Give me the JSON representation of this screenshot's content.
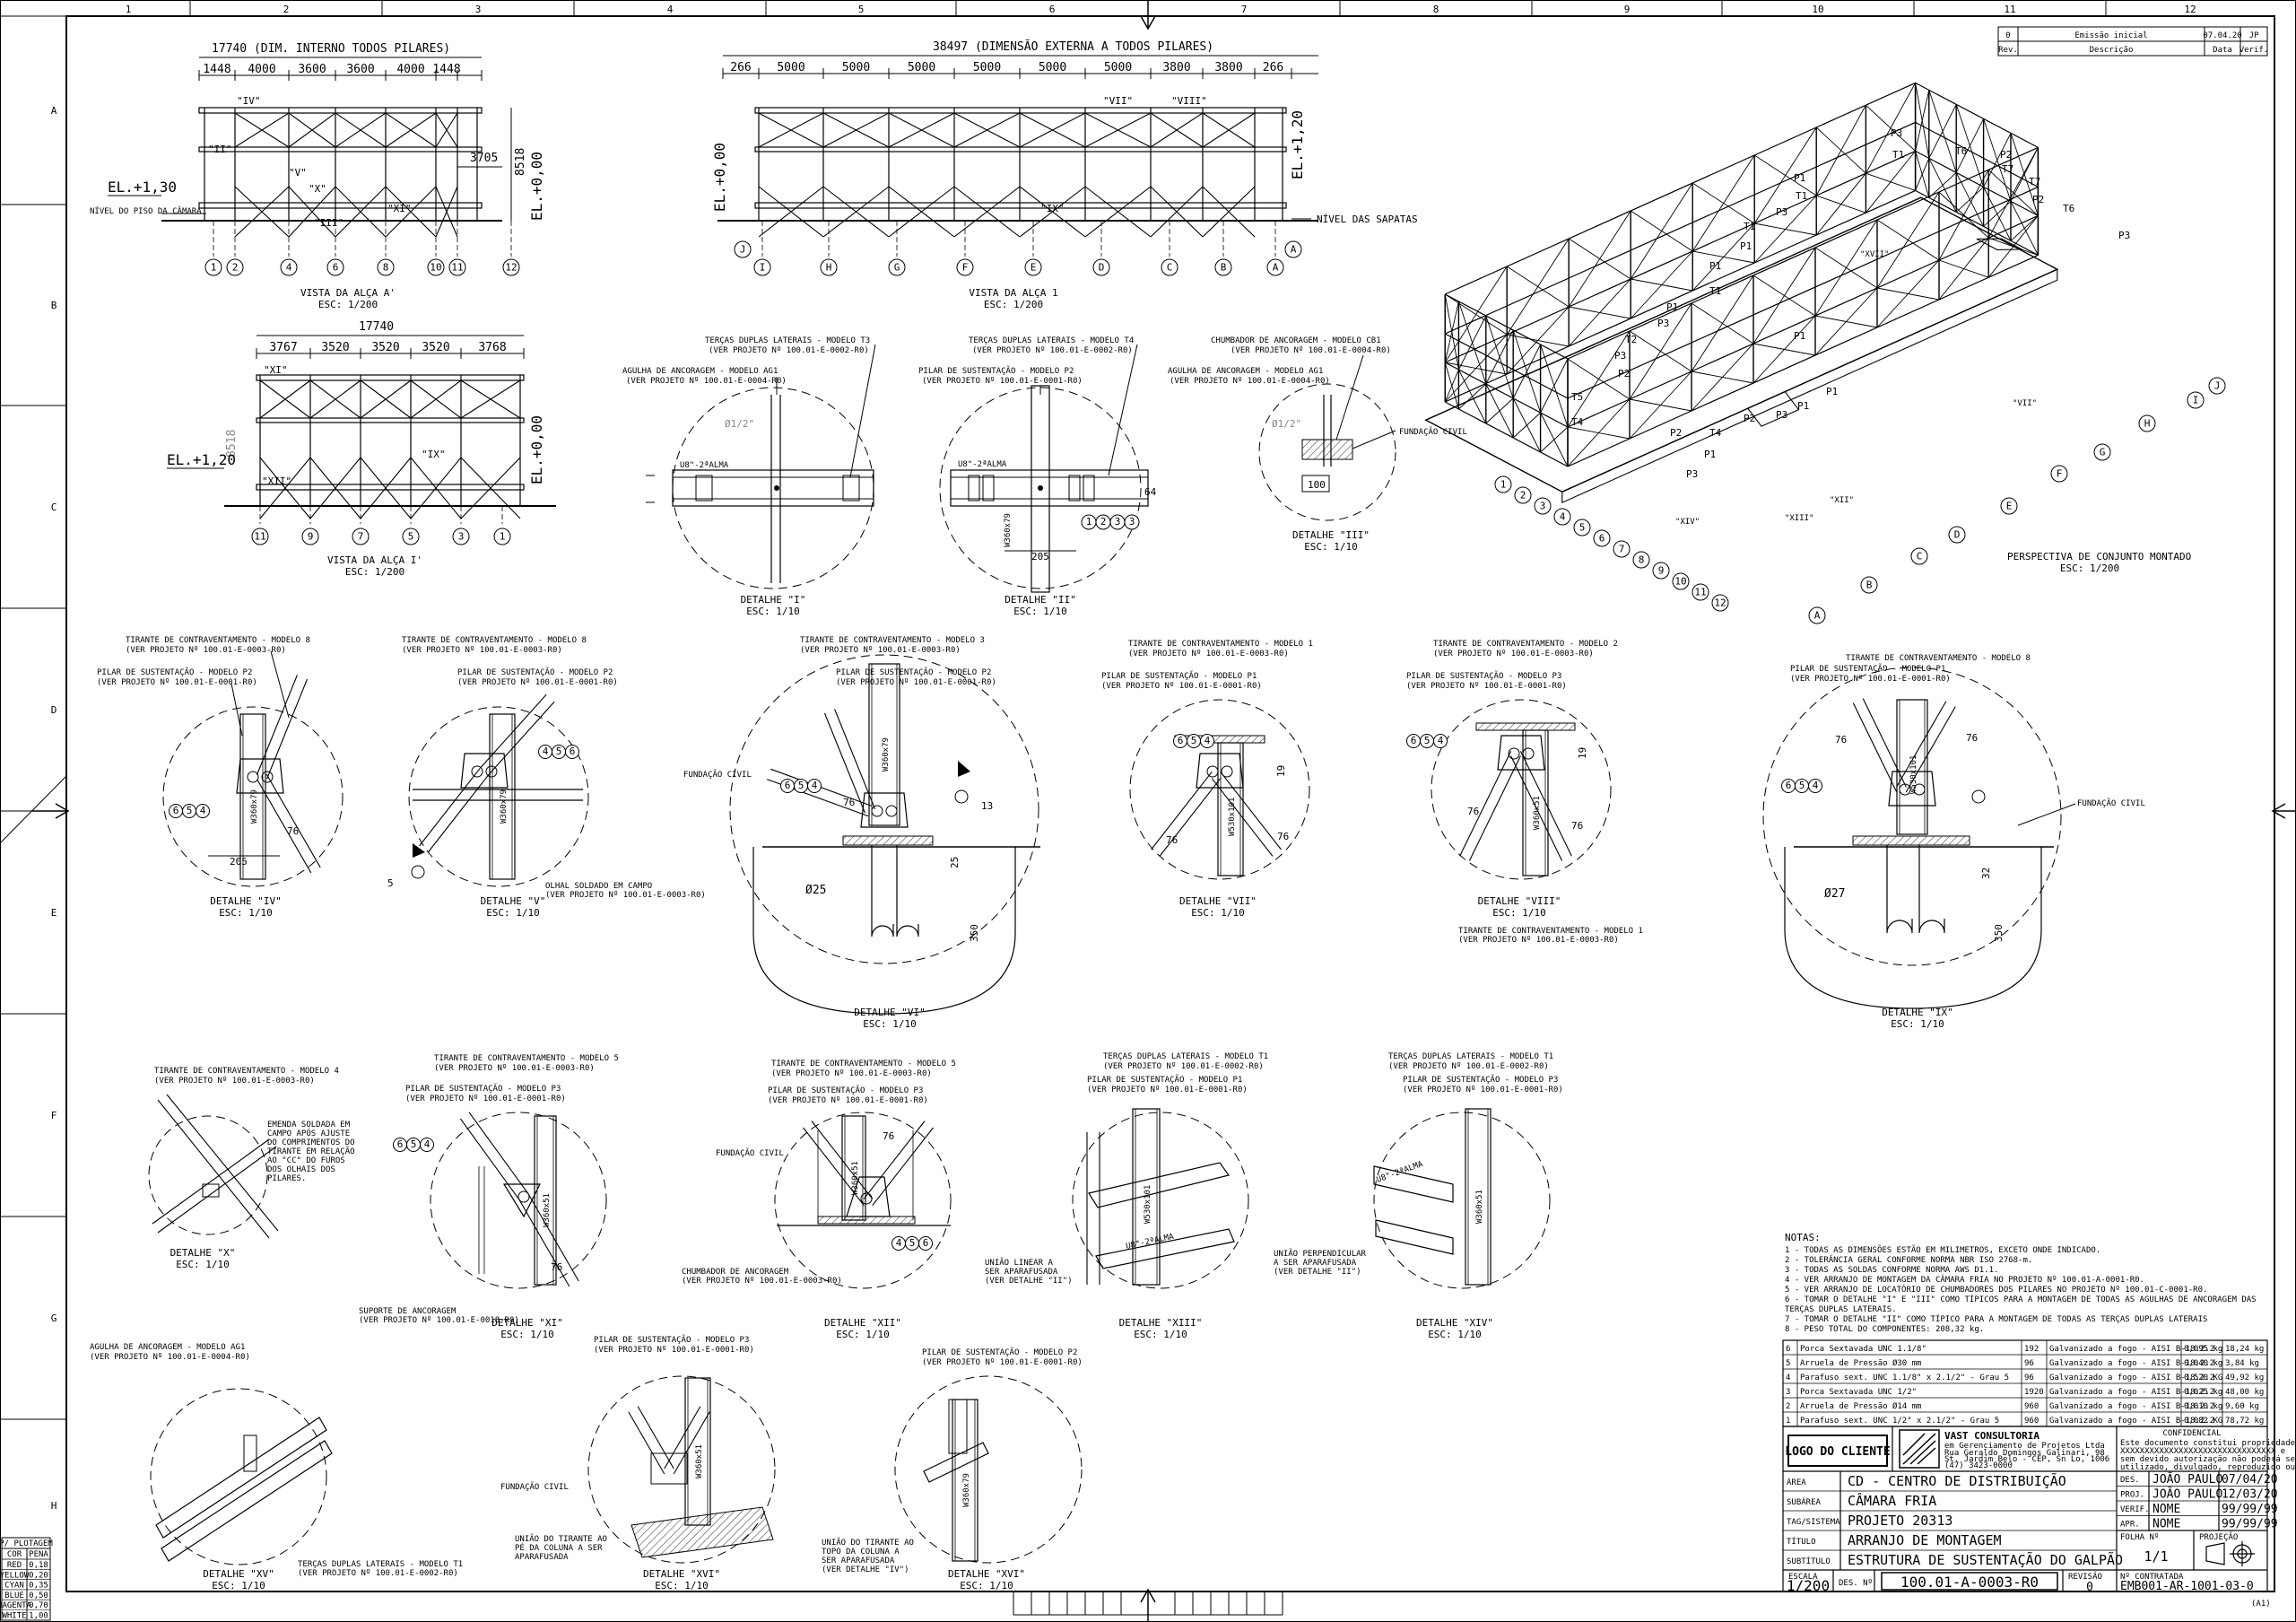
{
  "grid": {
    "columns": [
      "1",
      "2",
      "3",
      "4",
      "5",
      "6",
      "7",
      "8",
      "9",
      "10",
      "11",
      "12"
    ],
    "rows": [
      "A",
      "B",
      "C",
      "D",
      "E",
      "F",
      "G",
      "H"
    ]
  },
  "revision_table": {
    "row": {
      "rev": "0",
      "desc": "Emissão inicial",
      "date": "07.04.20",
      "verif": "JP"
    },
    "headers": {
      "rev": "Rev.",
      "desc": "Descrição",
      "date": "Data",
      "verif": "Verif."
    }
  },
  "elevations": {
    "a_prime": {
      "top_dim": "17740 (DIM. INTERNO TODOS PILARES)",
      "spans": [
        "1448",
        "4000",
        "3600",
        "3600",
        "4000",
        "1448"
      ],
      "inner_dim": "3705",
      "height": "8518",
      "el_left": "EL.+1,30",
      "floor_note": "NÍVEL DO PISO DA CÂMARA",
      "el_right": "EL.+0,00",
      "axes": [
        "1",
        "2",
        "4",
        "6",
        "8",
        "10",
        "11",
        "12"
      ],
      "marks": [
        "\"IV\"",
        "\"V\"",
        "\"X\"",
        "\"III\"",
        "\"XI\"",
        "\"II\""
      ],
      "title": "VISTA DA ALÇA A'",
      "scale": "ESC: 1/200"
    },
    "one": {
      "top_dim": "38497 (DIMENSÃO EXTERNA A TODOS PILARES)",
      "spans": [
        "266",
        "5000",
        "5000",
        "5000",
        "5000",
        "5000",
        "5000",
        "3800",
        "3800",
        "266"
      ],
      "el_left": "EL.+0,00",
      "el_right": "EL.+1,20",
      "base_note": "NÍVEL DAS SAPATAS",
      "axes": [
        "I",
        "H",
        "G",
        "F",
        "E",
        "D",
        "C",
        "B",
        "A"
      ],
      "end_left": "J",
      "end_right": "A",
      "marks": [
        "\"VII\"",
        "\"VIII\"",
        "\"IX\""
      ],
      "title": "VISTA DA ALÇA 1",
      "scale": "ESC: 1/200"
    },
    "i_prime": {
      "top_dim": "17740",
      "spans": [
        "3767",
        "3520",
        "3520",
        "3520",
        "3768"
      ],
      "height": "8518",
      "el_left": "EL.+1,20",
      "el_right": "EL.+0,00",
      "axes": [
        "11",
        "9",
        "7",
        "5",
        "3",
        "1"
      ],
      "marks": [
        "\"XI\"",
        "\"XII\"",
        "\"IX\""
      ],
      "title": "VISTA DA ALÇA I'",
      "scale": "ESC: 1/200"
    }
  },
  "details_top": {
    "i": {
      "callouts": [
        "TERÇAS DUPLAS LATERAIS - MODELO T3",
        "(VER PROJETO Nº 100.01-E-0002-R0)",
        "AGULHA DE ANCORAGEM - MODELO AG1",
        "(VER PROJETO Nº 100.01-E-0004-R0)"
      ],
      "labels": [
        "Ø1/2\"",
        "U8\"-2ªALMA"
      ],
      "title": "DETALHE \"I\"",
      "scale": "ESC: 1/10"
    },
    "ii": {
      "callouts": [
        "TERÇAS DUPLAS LATERAIS - MODELO T4",
        "(VER PROJETO Nº 100.01-E-0002-R0)",
        "PILAR DE SUSTENTAÇÃO - MODELO P2",
        "(VER PROJETO Nº 100.01-E-0001-R0)"
      ],
      "labels": [
        "U8\"-2ªALMA",
        "W360x79",
        "205",
        "64"
      ],
      "bubbles": [
        "1",
        "2",
        "3",
        "3"
      ],
      "title": "DETALHE \"II\"",
      "scale": "ESC: 1/10"
    },
    "iii": {
      "callouts": [
        "CHUMBADOR DE ANCORAGEM - MODELO CB1",
        "(VER PROJETO Nº 100.01-E-0004-R0)",
        "AGULHA DE ANCORAGEM - MODELO AG1",
        "(VER PROJETO Nº 100.01-E-0004-R0)",
        "FUNDAÇÃO CIVIL"
      ],
      "labels": [
        "Ø1/2\"",
        "100"
      ],
      "title": "DETALHE \"III\"",
      "scale": "ESC: 1/10"
    }
  },
  "perspective": {
    "title": "PERSPECTIVA DE CONJUNTO MONTADO",
    "scale": "ESC: 1/200",
    "tags": [
      "P3",
      "T1",
      "T6",
      "P2",
      "T7",
      "T7",
      "P2",
      "T6",
      "P3",
      "P1",
      "T1",
      "P3",
      "T1",
      "P1",
      "P1",
      "T1",
      "P1",
      "P3",
      "T2",
      "P3",
      "P2",
      "T5",
      "T4",
      "P1",
      "P1",
      "P1",
      "P2",
      "P3",
      "P2",
      "T4",
      "P1",
      "P3"
    ],
    "axes_left": [
      "1",
      "2",
      "3",
      "4",
      "5",
      "6",
      "7",
      "8",
      "9",
      "10",
      "11",
      "12"
    ],
    "axes_right": [
      "A",
      "B",
      "C",
      "D",
      "E",
      "F",
      "G",
      "H",
      "I",
      "J"
    ],
    "marks": [
      "\"XVII\"",
      "\"XIV\"",
      "\"VII\"",
      "\"XIII\"",
      "\"XII\""
    ]
  },
  "details_mid": {
    "iv": {
      "callouts": [
        "TIRANTE DE CONTRAVENTAMENTO - MODELO 8",
        "(VER PROJETO Nº 100.01-E-0003-R0)",
        "PILAR DE SUSTENTAÇÃO - MODELO P2",
        "(VER PROJETO Nº 100.01-E-0001-R0)"
      ],
      "labels": [
        "W360x79",
        "205",
        "76"
      ],
      "bubbles": [
        "6",
        "5",
        "4"
      ],
      "title": "DETALHE \"IV\"",
      "scale": "ESC: 1/10"
    },
    "v": {
      "callouts": [
        "TIRANTE DE CONTRAVENTAMENTO - MODELO 8",
        "(VER PROJETO Nº 100.01-E-0003-R0)",
        "PILAR DE SUSTENTAÇÃO - MODELO P2",
        "(VER PROJETO Nº 100.01-E-0001-R0)",
        "OLHAL SOLDADO EM CAMPO",
        "(VER PROJETO Nº 100.01-E-0003-R0)"
      ],
      "labels": [
        "W360x79",
        "5"
      ],
      "bubbles": [
        "4",
        "5",
        "6"
      ],
      "title": "DETALHE \"V\"",
      "scale": "ESC: 1/10"
    },
    "vi": {
      "callouts": [
        "TIRANTE DE CONTRAVENTAMENTO - MODELO 3",
        "(VER PROJETO Nº 100.01-E-0003-R0)",
        "PILAR DE SUSTENTAÇÃO - MODELO P2",
        "(VER PROJETO Nº 100.01-E-0001-R0)",
        "FUNDAÇÃO CIVIL"
      ],
      "labels": [
        "W360x79",
        "76",
        "Ø25",
        "25",
        "350",
        "13"
      ],
      "bubbles": [
        "6",
        "5",
        "4"
      ],
      "title": "DETALHE \"VI\"",
      "scale": "ESC: 1/10"
    },
    "vii": {
      "callouts": [
        "TIRANTE DE CONTRAVENTAMENTO - MODELO 1",
        "(VER PROJETO Nº 100.01-E-0003-R0)",
        "PILAR DE SUSTENTAÇÃO - MODELO P1",
        "(VER PROJETO Nº 100.01-E-0001-R0)"
      ],
      "labels": [
        "W530x101",
        "76",
        "76",
        "19"
      ],
      "bubbles": [
        "6",
        "5",
        "4"
      ],
      "title": "DETALHE \"VII\"",
      "scale": "ESC: 1/10"
    },
    "viii": {
      "callouts": [
        "TIRANTE DE CONTRAVENTAMENTO - MODELO 2",
        "(VER PROJETO Nº 100.01-E-0003-R0)",
        "PILAR DE SUSTENTAÇÃO - MODELO P3",
        "(VER PROJETO Nº 100.01-E-0001-R0)",
        "TIRANTE DE CONTRAVENTAMENTO - MODELO 1",
        "(VER PROJETO Nº 100.01-E-0003-R0)"
      ],
      "labels": [
        "W360x51",
        "76",
        "76",
        "19"
      ],
      "bubbles": [
        "6",
        "5",
        "4"
      ],
      "title": "DETALHE \"VIII\"",
      "scale": "ESC: 1/10"
    },
    "ix": {
      "callouts": [
        "TIRANTE DE CONTRAVENTAMENTO - MODELO 8",
        "PILAR DE SUSTENTAÇÃO - MODELO P1",
        "(VER PROJETO Nº 100.01-E-0001-R0)",
        "FUNDAÇÃO CIVIL"
      ],
      "labels": [
        "W530x101",
        "76",
        "76",
        "Ø27",
        "32",
        "350"
      ],
      "bubbles": [
        "6",
        "5",
        "4"
      ],
      "title": "DETALHE \"IX\"",
      "scale": "ESC: 1/10"
    }
  },
  "details_low": {
    "x": {
      "callouts": [
        "TIRANTE DE CONTRAVENTAMENTO - MODELO 4",
        "(VER PROJETO Nº 100.01-E-0003-R0)"
      ],
      "note": [
        "EMENDA SOLDADA EM",
        "CAMPO APÓS AJUSTE",
        "DO COMPRIMENTOS DO",
        "TIRANTE EM RELAÇÃO",
        "AO \"CC\" DO FUROS",
        "DOS OLHAIS DOS",
        "PILARES."
      ],
      "title": "DETALHE \"X\"",
      "scale": "ESC: 1/10"
    },
    "xi": {
      "callouts": [
        "TIRANTE DE CONTRAVENTAMENTO - MODELO 5",
        "(VER PROJETO Nº 100.01-E-0003-R0)",
        "PILAR DE SUSTENTAÇÃO - MODELO P3",
        "(VER PROJETO Nº 100.01-E-0001-R0)",
        "SUPORTE DE ANCORAGEM",
        "(VER PROJETO Nº 100.01-E-0018-R0)"
      ],
      "labels": [
        "W360x51",
        "76"
      ],
      "bubbles": [
        "6",
        "5",
        "4"
      ],
      "title": "DETALHE \"XI\"",
      "scale": "ESC: 1/10"
    },
    "xii": {
      "callouts": [
        "TIRANTE DE CONTRAVENTAMENTO - MODELO 5",
        "(VER PROJETO Nº 100.01-E-0003-R0)",
        "PILAR DE SUSTENTAÇÃO - MODELO P3",
        "(VER PROJETO Nº 100.01-E-0001-R0)",
        "FUNDAÇÃO CIVIL",
        "CHUMBADOR DE ANCORAGEM",
        "(VER PROJETO Nº 100.01-E-0003-R0)"
      ],
      "labels": [
        "W360x51",
        "76"
      ],
      "bubbles": [
        "4",
        "5",
        "6"
      ],
      "title": "DETALHE \"XII\"",
      "scale": "ESC: 1/10"
    },
    "xiii": {
      "callouts": [
        "TERÇAS DUPLAS LATERAIS - MODELO T1",
        "(VER PROJETO Nº 100.01-E-0002-R0)",
        "PILAR DE SUSTENTAÇÃO - MODELO P1",
        "(VER PROJETO Nº 100.01-E-0001-R0)",
        "UNIÃO LINEAR A",
        "SER APARAFUSADA",
        "(VER DETALHE \"II\")"
      ],
      "labels": [
        "W530x101",
        "U8\"-2ªALMA"
      ],
      "title": "DETALHE \"XIII\"",
      "scale": "ESC: 1/10"
    },
    "xiv": {
      "callouts": [
        "TERÇAS DUPLAS LATERAIS - MODELO T1",
        "(VER PROJETO Nº 100.01-E-0002-R0)",
        "PILAR DE SUSTENTAÇÃO - MODELO P3",
        "(VER PROJETO Nº 100.01-E-0001-R0)",
        "UNIÃO PERPENDICULAR",
        "A SER APARAFUSADA",
        "(VER DETALHE \"II\")"
      ],
      "labels": [
        "W360x51",
        "U8\"-2ªALMA"
      ],
      "title": "DETALHE \"XIV\"",
      "scale": "ESC: 1/10"
    },
    "xv": {
      "callouts": [
        "AGULHA DE ANCORAGEM - MODELO AG1",
        "(VER PROJETO Nº 100.01-E-0004-R0)",
        "TERÇAS DUPLAS LATERAIS - MODELO T1",
        "(VER PROJETO Nº 100.01-E-0002-R0)"
      ],
      "title": "DETALHE \"XV\"",
      "scale": "ESC: 1/10"
    },
    "xvi": {
      "callouts": [
        "PILAR DE SUSTENTAÇÃO - MODELO P3",
        "(VER PROJETO Nº 100.01-E-0001-R0)",
        "FUNDAÇÃO CIVIL",
        "UNIÃO DO TIRANTE AO",
        "PÉ DA COLUNA A SER",
        "APARAFUSADA"
      ],
      "labels": [
        "W360x51"
      ],
      "title": "DETALHE \"XVI\"",
      "scale": "ESC: 1/10"
    },
    "xvii": {
      "callouts": [
        "PILAR DE SUSTENTAÇÃO - MODELO P2",
        "(VER PROJETO Nº 100.01-E-0001-R0)",
        "UNIÃO DO TIRANTE AO",
        "TOPO DA COLUNA A",
        "SER APARAFUSADA",
        "(VER DETALHE \"IV\")"
      ],
      "labels": [
        "W360x79"
      ],
      "title": "DETALHE \"XVI\"",
      "scale": "ESC: 1/10"
    }
  },
  "notes": {
    "heading": "NOTAS:",
    "lines": [
      "1 - TODAS AS DIMENSÕES ESTÃO EM MILIMETROS, EXCETO ONDE INDICADO.",
      "2 - TOLERÂNCIA GERAL CONFORME NORMA NBR ISO 2768-m.",
      "3 - TODAS AS SOLDAS CONFORME NORMA AWS D1.1.",
      "4 - VER ARRANJO DE MONTAGEM DA CÂMARA FRIA NO PROJETO Nº 100.01-A-0001-R0.",
      "5 - VER ARRANJO DE LOCATÓRIO DE CHUMBADORES DOS PILARES NO PROJETO Nº 100.01-C-0001-R0.",
      "6 - TOMAR O DETALHE \"I\" E \"III\" COMO TÍPICOS PARA A MONTAGEM DE TODAS AS AGULHAS DE ANCORAGEM DAS",
      "    TERÇAS DUPLAS LATERAIS.",
      "7 - TOMAR O DETALHE \"II\" COMO TÍPICO PARA A MONTAGEM DE TODAS AS TERÇAS DUPLAS LATERAIS",
      "8 - PESO TOTAL DO COMPONENTES: 208,32 kg."
    ]
  },
  "bom": [
    {
      "item": "6",
      "desc": "Porca Sextavada UNC 1.1/8\"",
      "qty": "192",
      "finish": "Galvanizado a fogo - AISI B-18.2.2",
      "unit": "0,095 kg",
      "total": "18,24 kg"
    },
    {
      "item": "5",
      "desc": "Arruela de Pressão Ø30 mm",
      "qty": "96",
      "finish": "Galvanizado a fogo - AISI B-18.2.2",
      "unit": "0,040 kg",
      "total": "3,84 kg"
    },
    {
      "item": "4",
      "desc": "Parafuso sext. UNC 1.1/8\" x 2.1/2\" - Grau 5",
      "qty": "96",
      "finish": "Galvanizado a fogo - AISI B-18.2.2",
      "unit": "0,520 KG",
      "total": "49,92 kg"
    },
    {
      "item": "3",
      "desc": "Porca Sextavada UNC 1/2\"",
      "qty": "1920",
      "finish": "Galvanizado a fogo - AISI B-18.2.2",
      "unit": "0,025 kg",
      "total": "48,00 kg"
    },
    {
      "item": "2",
      "desc": "Arruela de Pressão Ø14 mm",
      "qty": "960",
      "finish": "Galvanizado a fogo - AISI B-18.2.2",
      "unit": "0,010 kg",
      "total": "9,60 kg"
    },
    {
      "item": "1",
      "desc": "Parafuso sext. UNC 1/2\" x 2.1/2\" - Grau 5",
      "qty": "960",
      "finish": "Galvanizado a fogo - AISI B-18.2.2",
      "unit": "0,082 KG",
      "total": "78,72 kg"
    }
  ],
  "title_block": {
    "client_logo": "LOGO DO CLIENTE",
    "company": "VAST CONSULTORIA",
    "company_sub": [
      "em Gerenciamento de Projetos Ltda",
      "Rua Geraldo Domingos Galinari, 98",
      "St. Jardim Belo - CEP, Sn Lo, 1006",
      "(47) 3423-0000"
    ],
    "confidential": "CONFIDENCIAL",
    "conf_text": [
      "Este documento constitui propriedade da",
      "XXXXXXXXXXXXXXXXXXXXXXXXXXXXXXXX e",
      "sem devido autorização não poderá ser",
      "utilizado, divulgado, reproduzido ou copiado."
    ],
    "rows": [
      {
        "label": "ÁREA",
        "value": "CD - CENTRO DE DISTRIBUIÇÃO"
      },
      {
        "label": "SUBÁREA",
        "value": "CÂMARA FRIA"
      },
      {
        "label": "TAG/SISTEMA",
        "value": "PROJETO 20313"
      },
      {
        "label": "TÍTULO",
        "value": "ARRANJO DE MONTAGEM"
      },
      {
        "label": "SUBTÍTULO",
        "value": "ESTRUTURA DE SUSTENTAÇÃO DO GALPÃO"
      }
    ],
    "signoffs": [
      {
        "role": "DES.",
        "name": "JOÃO PAULO",
        "date": "07/04/20"
      },
      {
        "role": "PROJ.",
        "name": "JOÃO PAULO",
        "date": "12/03/20"
      },
      {
        "role": "VERIF.",
        "name": "NOME",
        "date": "99/99/99"
      },
      {
        "role": "APR.",
        "name": "NOME",
        "date": "99/99/99"
      }
    ],
    "sheet_label": "FOLHA Nº",
    "sheet_value": "1/1",
    "projection_label": "PROJEÇÃO",
    "scale_label": "ESCALA",
    "scale_value": "1/200",
    "des_label": "DES. Nº",
    "des_value": "100.01-A-0003-R0",
    "rev_label": "REVISÃO",
    "rev_value": "0",
    "contract_label": "Nº CONTRATADA",
    "contract_value": "EMB001-AR-1001-03-0",
    "format": "(A1)"
  },
  "pen_table": {
    "heading": "P/ PLOTAGEM",
    "headers": [
      "COR",
      "PENA"
    ],
    "rows": [
      [
        "RED",
        "0,18"
      ],
      [
        "YELLOW",
        "0,20"
      ],
      [
        "CYAN",
        "0,35"
      ],
      [
        "BLUE",
        "0,50"
      ],
      [
        "MAGENTA",
        "0,70"
      ],
      [
        "WHITE",
        "1,00"
      ]
    ]
  }
}
